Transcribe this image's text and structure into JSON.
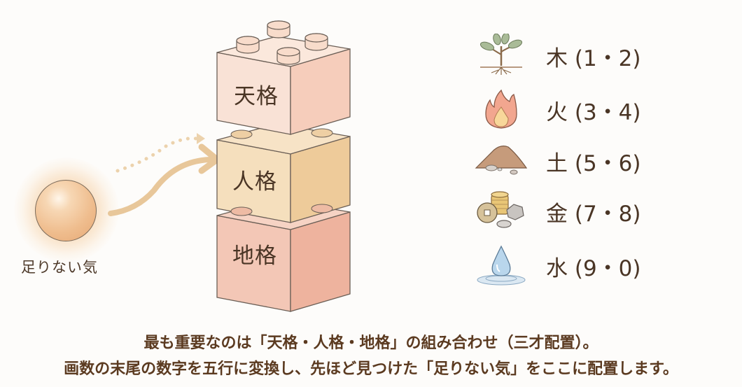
{
  "orb": {
    "label": "足りない気",
    "color": "#efbd8e"
  },
  "arrows": {
    "solid_color": "#e8c79a",
    "dotted_color": "#ecd2ac"
  },
  "blocks": [
    {
      "label": "天格",
      "color": "#f9ddd0",
      "side_color": "#f6cdbb"
    },
    {
      "label": "人格",
      "color": "#f5dfbd",
      "side_color": "#eecb9a"
    },
    {
      "label": "地格",
      "color": "#f3c7b6",
      "side_color": "#eeb39e"
    }
  ],
  "elements": [
    {
      "name": "木",
      "numbers": "(1・2)",
      "icon": "sprout-icon"
    },
    {
      "name": "火",
      "numbers": "(3・4)",
      "icon": "fire-icon"
    },
    {
      "name": "土",
      "numbers": "(5・6)",
      "icon": "soil-icon"
    },
    {
      "name": "金",
      "numbers": "(7・8)",
      "icon": "coins-icon"
    },
    {
      "name": "水",
      "numbers": "(9・0)",
      "icon": "water-drop-icon"
    }
  ],
  "caption": {
    "line1": "最も重要なのは「天格・人格・地格」の組み合わせ（三才配置）。",
    "line2": "画数の末尾の数字を五行に変換し、先ほど見つけた「足りない気」をここに配置します。"
  },
  "colors": {
    "text": "#5b3a20",
    "background": "#fdfcfa"
  }
}
